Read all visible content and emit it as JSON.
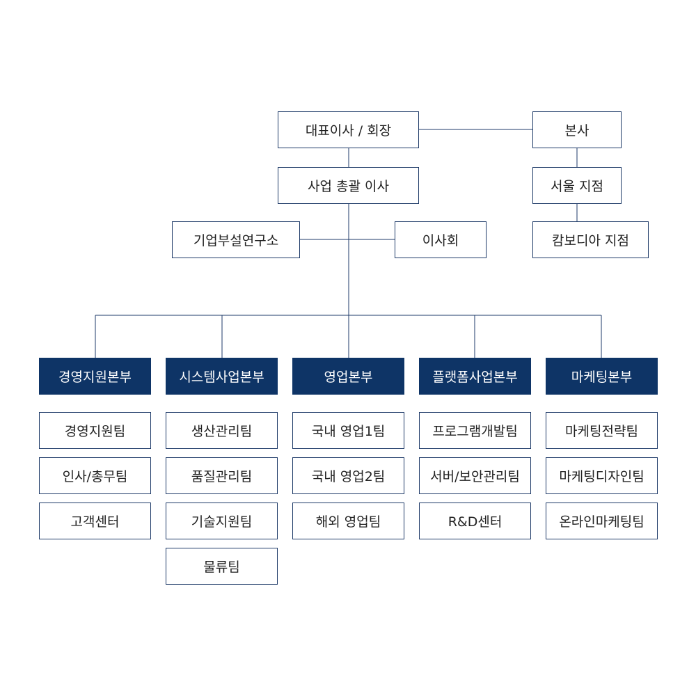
{
  "top": {
    "ceo": "대표이사 / 회장",
    "coo": "사업 총괄 이사",
    "lab": "기업부설연구소",
    "board": "이사회"
  },
  "offices": {
    "hq": "본사",
    "seoul": "서울 지점",
    "cambodia": "캄보디아 지점"
  },
  "divisions": [
    {
      "name": "경영지원본부",
      "teams": [
        "경영지원팀",
        "인사/총무팀",
        "고객센터"
      ]
    },
    {
      "name": "시스템사업본부",
      "teams": [
        "생산관리팀",
        "품질관리팀",
        "기술지원팀",
        "물류팀"
      ]
    },
    {
      "name": "영업본부",
      "teams": [
        "국내 영업1팀",
        "국내 영업2팀",
        "해외 영업팀"
      ]
    },
    {
      "name": "플랫폼사업본부",
      "teams": [
        "프로그램개발팀",
        "서버/보안관리팀",
        "R&D센터"
      ]
    },
    {
      "name": "마케팅본부",
      "teams": [
        "마케팅전략팀",
        "마케팅디자인팀",
        "온라인마케팅팀"
      ]
    }
  ],
  "colors": {
    "division_fill": "#0e3466",
    "border": "#1e3a68"
  }
}
